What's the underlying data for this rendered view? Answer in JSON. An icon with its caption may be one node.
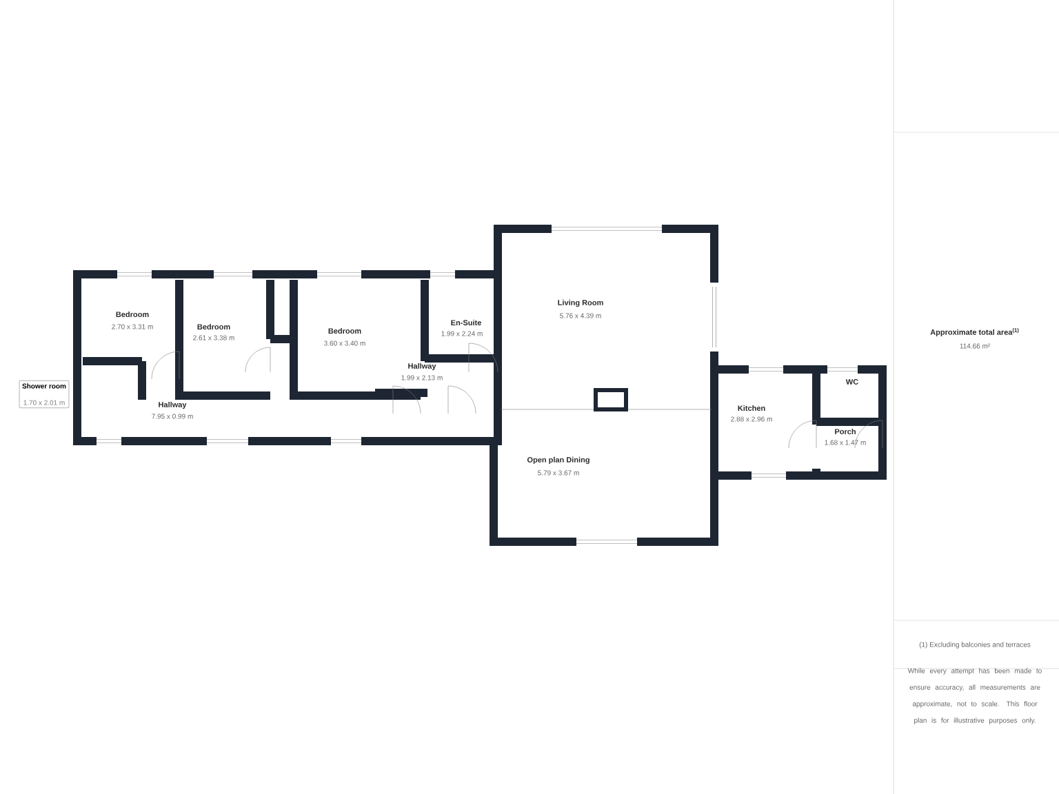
{
  "diagram": {
    "nodes": [
      {
        "text": [
          "Shower room",
          "1.70 x 2.01 m"
        ]
      }
    ],
    "labels": [
      "Bedroom",
      "2.70 x 3.31 m",
      "Bedroom",
      "2.61 x 3.38 m",
      "Bedroom",
      "3.60 x 3.40 m",
      "En-Suite",
      "1.99 x 2.24 m",
      "Living Room",
      "5.76 x 4.39 m",
      "Hallway",
      "1.99 x 2.13 m",
      "Hallway",
      "7.95 x 0.99 m",
      "WC",
      "Kitchen",
      "2.88 x 2.96 m",
      "Porch",
      "1.68 x 1.47 m",
      "Open plan Dining",
      "5.79 x 3.67 m",
      "Approximate total area$^{(1)}$",
      "114.66 m²",
      "(1) Excluding balconies and terraces",
      "While every attempt has been made to ensure accuracy, all measurements are approximate, not to scale. This floor plan is for illustrative purposes only."
    ]
  }
}
